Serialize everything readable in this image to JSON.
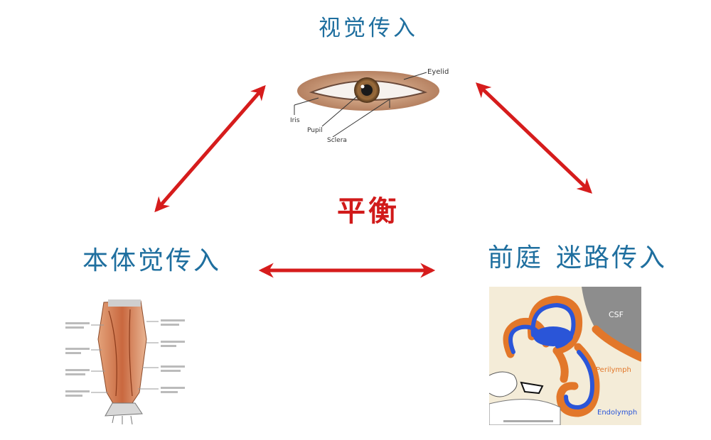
{
  "center": {
    "label": "平衡"
  },
  "nodes": {
    "visual": {
      "title": "视觉传入",
      "labels": {
        "eyelid": "Eyelid",
        "iris": "Iris",
        "pupil": "Pupil",
        "sclera": "Sclera"
      }
    },
    "proprioceptive": {
      "title": "本体觉传入"
    },
    "vestibular": {
      "title_part1": "前庭",
      "title_part2": "迷路传入",
      "labels": {
        "csf": "CSF",
        "perilymph": "Perilymph",
        "endolymph": "Endolymph"
      }
    }
  },
  "colors": {
    "arrow": "#d61c1c",
    "node_title": "#1f6f9f",
    "center_title": "#d11a1a",
    "perilymph": "#e2772a",
    "endolymph": "#2a55d8"
  }
}
